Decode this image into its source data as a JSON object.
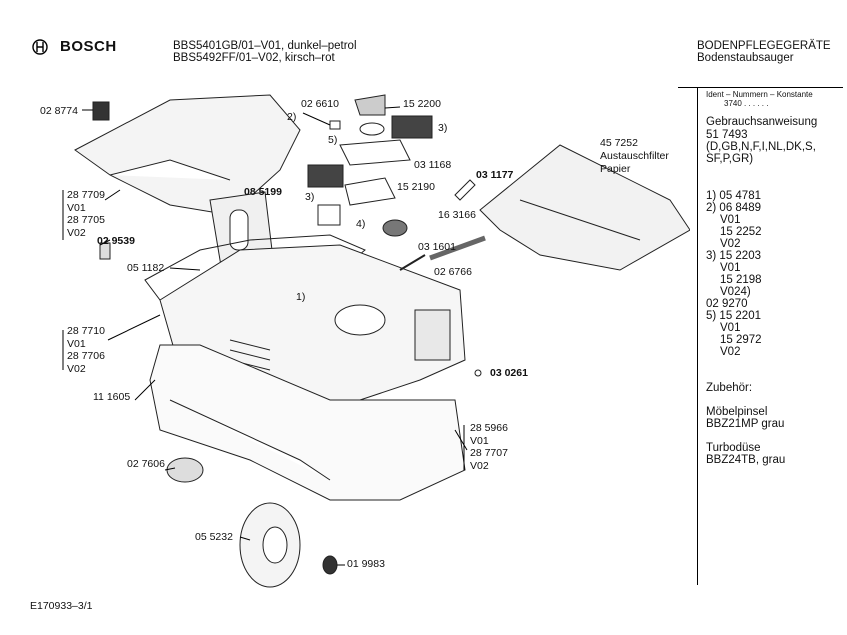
{
  "header": {
    "brand": "BOSCH",
    "models": [
      "BBS5401GB/01–V01, dunkel–petrol",
      "BBS5492FF/01–V02, kirsch–rot"
    ],
    "category": "BODENPFLEGEGERÄTE",
    "subcategory": "Bodenstaubsauger",
    "logo_icon": "bosch-armature-icon"
  },
  "side": {
    "ident_label": "Ident – Nummern – Konstante",
    "ident_value": "3740  . .   . . . .",
    "manual_title": "Gebrauchsanweisung",
    "manual_no": "51 7493",
    "manual_langs_1": "(D,GB,N,F,I,NL,DK,S,",
    "manual_langs_2": "SF,P,GR)",
    "notes": [
      "1) 05 4781",
      "2) 06 8489",
      "V01",
      "15 2252",
      "V02",
      "3) 15 2203",
      "V01",
      "15 2198",
      "V024)",
      "02 9270",
      "5) 15 2201",
      "V01",
      "15 2972",
      "V02"
    ],
    "accessories_title": "Zubehör:",
    "acc1_name": "Möbelpinsel",
    "acc1_code": "BBZ21MP grau",
    "acc2_name": "Turbodüse",
    "acc2_code": "BBZ24TB, grau"
  },
  "labels": {
    "l028774": "02 8774",
    "n2": "2)",
    "l026610": "02 6610",
    "l152200": "15 2200",
    "n3a": "3)",
    "n5": "5)",
    "l031168": "03 1168",
    "l287709": "28 7709",
    "v01a": "V01",
    "l287705": "28 7705",
    "v02a": "V02",
    "l085199": "08 5199",
    "n3b": "3)",
    "l152190": "15 2190",
    "l031177": "03 1177",
    "l457252": "45 7252",
    "filter1": "Austauschfilter",
    "filter2": "Papier",
    "l163166": "16 3166",
    "n4": "4)",
    "l029539": "02 9539",
    "l051182": "05 1182",
    "l031601": "03 1601",
    "l026766": "02 6766",
    "n1": "1)",
    "l287710": "28 7710",
    "v01b": "V01",
    "l287706": "28 7706",
    "v02b": "V02",
    "l111605": "11 1605",
    "l030261": "03 0261",
    "l285966": "28 5966",
    "v01c": "V01",
    "l287707": "28 7707",
    "v02c": "V02",
    "l027606": "02 7606",
    "l055232": "05 5232",
    "l019983": "01 9983"
  },
  "footer": {
    "doc_id": "E170933–3/1"
  }
}
